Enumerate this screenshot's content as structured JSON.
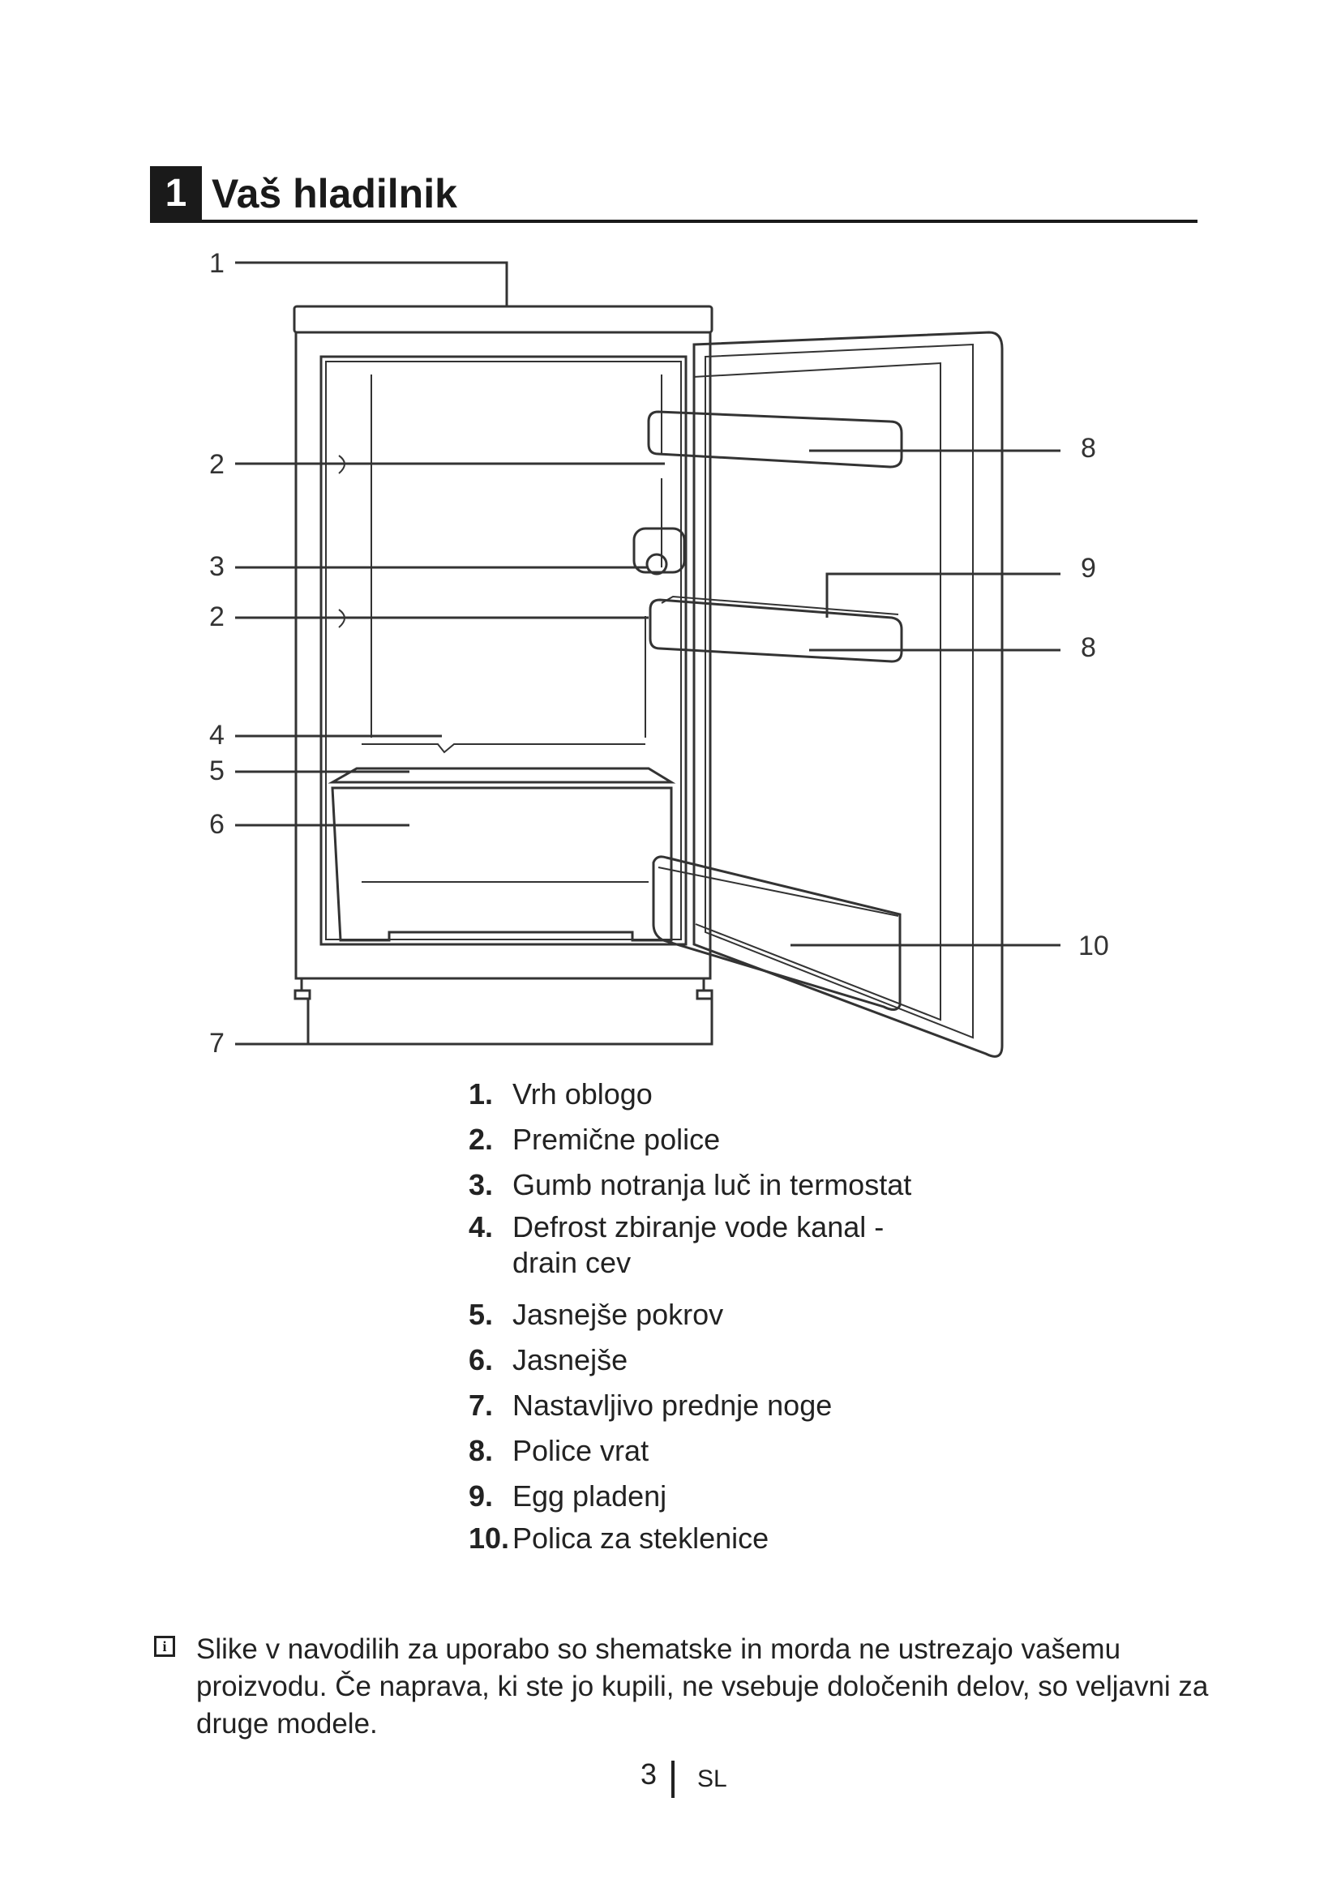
{
  "section": {
    "number": "1",
    "title": "Vaš hladilnik"
  },
  "callouts": {
    "c1": "1",
    "c2a": "2",
    "c3": "3",
    "c2b": "2",
    "c4": "4",
    "c5": "5",
    "c6": "6",
    "c7": "7",
    "c8a": "8",
    "c9": "9",
    "c8b": "8",
    "c10": "10"
  },
  "legend": [
    {
      "num": "1.",
      "text": "Vrh oblogo"
    },
    {
      "num": "2.",
      "text": "Premične police"
    },
    {
      "num": "3.",
      "text": "Gumb notranja luč in termostat"
    },
    {
      "num": "4.",
      "text": "Defrost zbiranje vode kanal -",
      "cont": "drain cev"
    },
    {
      "num": "5.",
      "text": "Jasnejše pokrov"
    },
    {
      "num": "6.",
      "text": "Jasnejše"
    },
    {
      "num": "7.",
      "text": "Nastavljivo prednje noge"
    },
    {
      "num": "8.",
      "text": "Police vrat"
    },
    {
      "num": "9.",
      "text": "Egg pladenj"
    },
    {
      "num": "10.",
      "text": "Polica za steklenice"
    }
  ],
  "note": {
    "icon": "info-icon",
    "text": "Slike v navodilih za uporabo so shematske in morda ne ustrezajo vašemu proizvodu. Če naprava, ki ste jo kupili, ne vsebuje določenih delov, so veljavni za druge modele."
  },
  "footer": {
    "page": "3",
    "lang": "SL"
  }
}
